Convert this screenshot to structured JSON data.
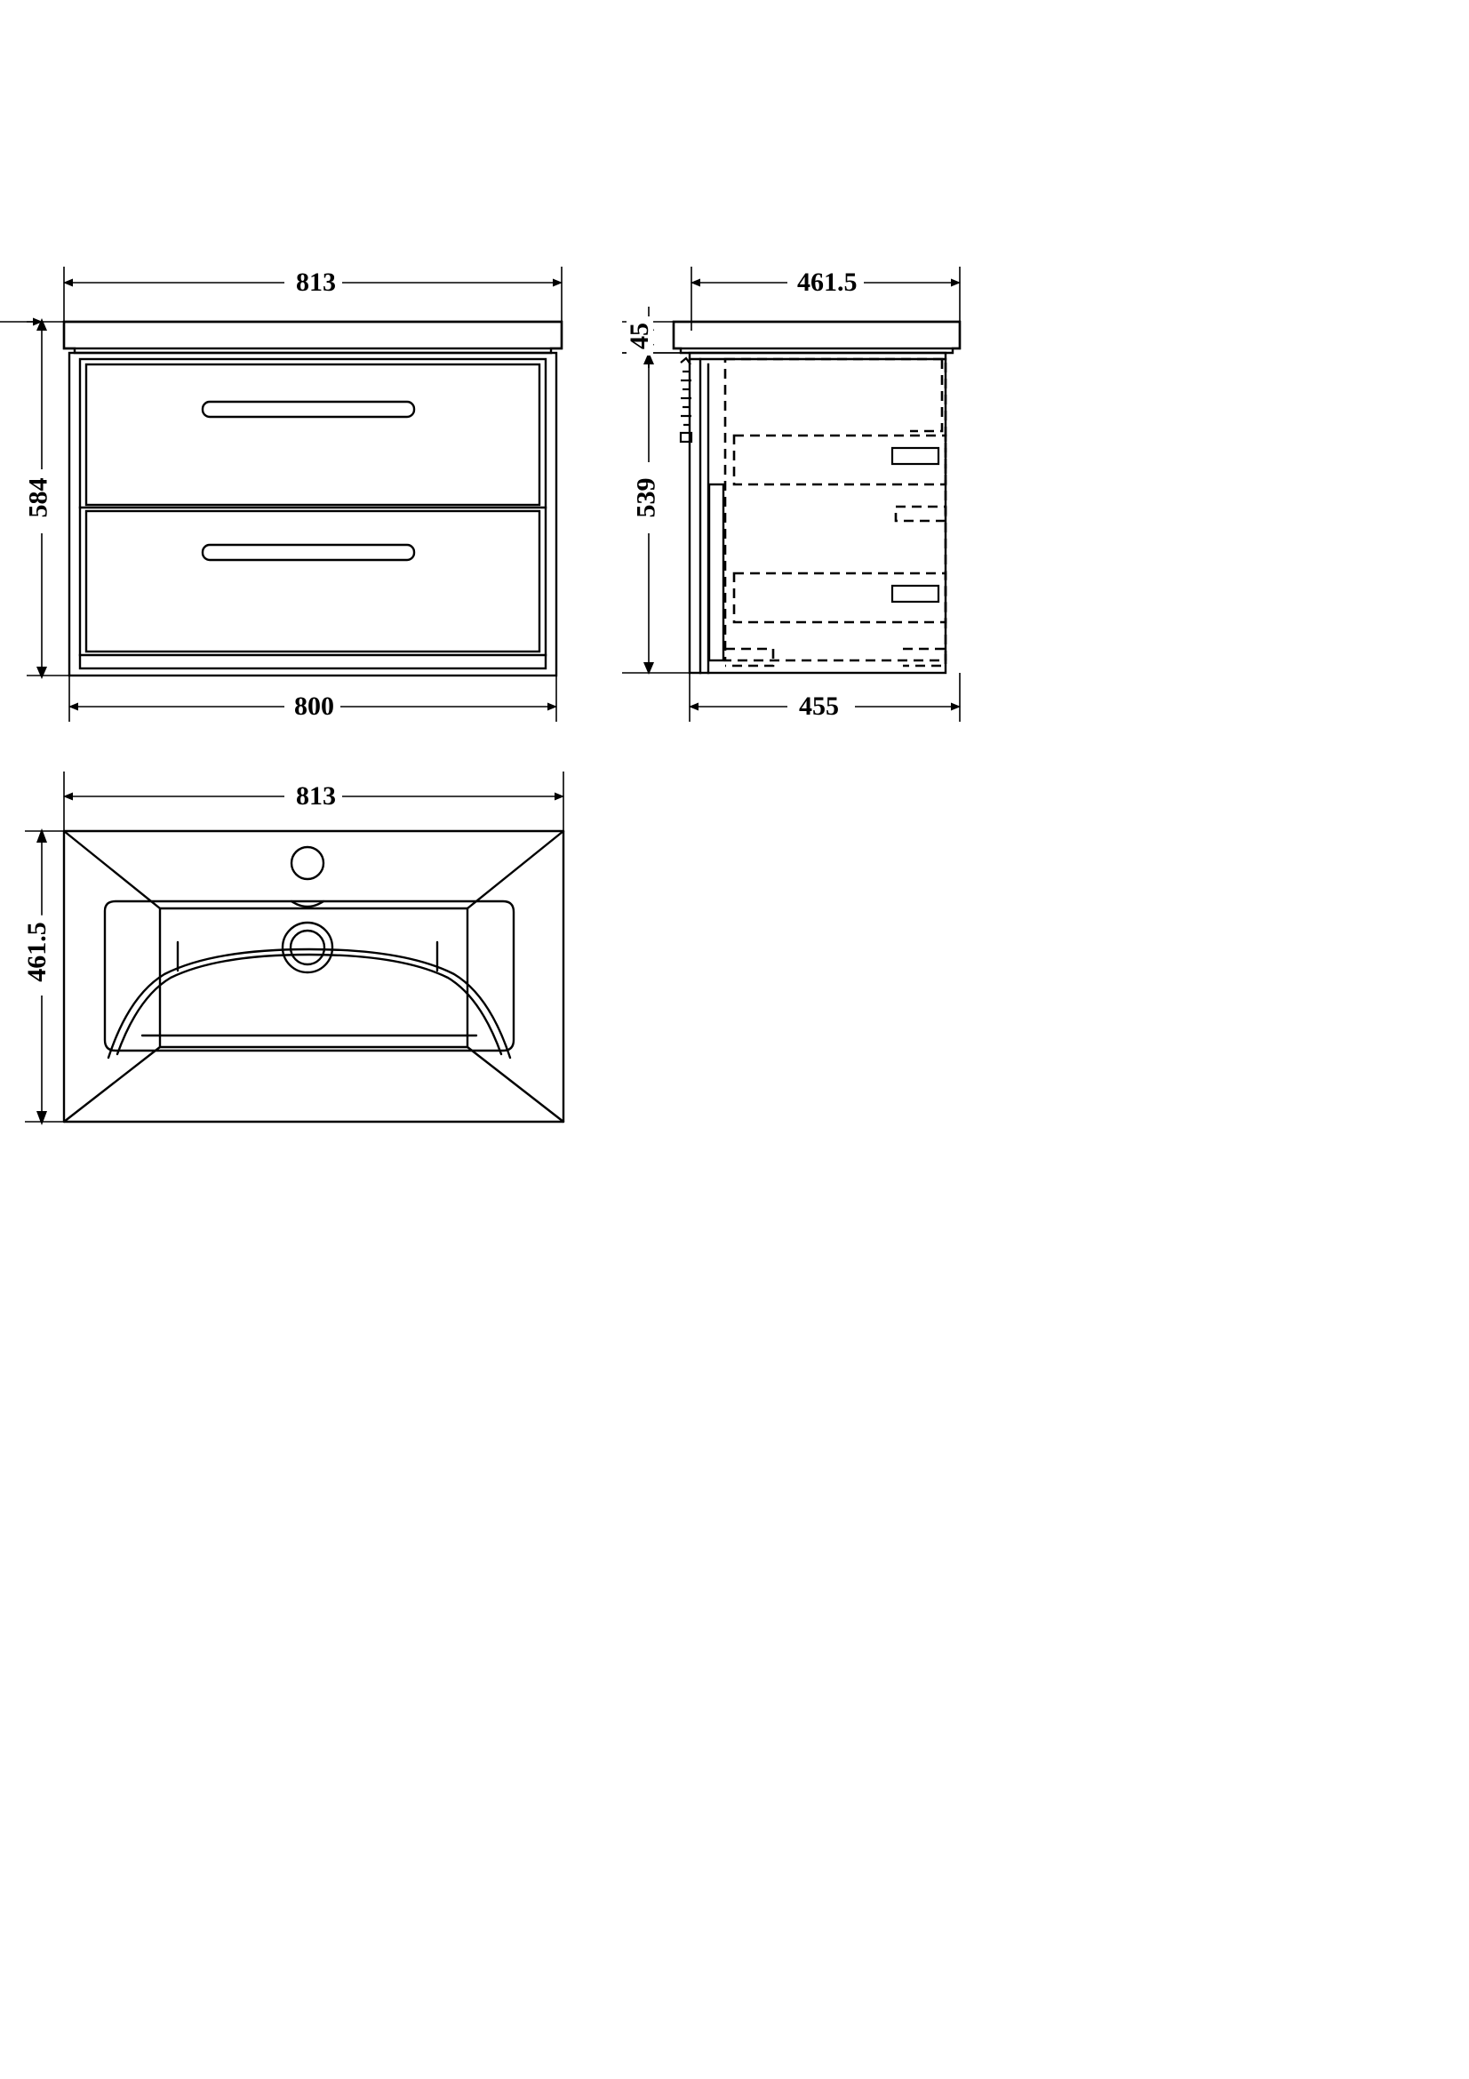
{
  "drawing": {
    "type": "technical-dimension-drawing",
    "subject": "Wall hung bathroom vanity unit with two drawers and ceramic basin",
    "units": "mm",
    "line_color": "#000000",
    "background_color": "#ffffff"
  },
  "views": {
    "front_elevation": {
      "name": "front-elevation",
      "dimensions": {
        "top_width": "813",
        "bottom_width": "800",
        "height": "584"
      },
      "features": {
        "drawer_count": "2",
        "handle_count": "2"
      }
    },
    "side_elevation": {
      "name": "side-elevation",
      "dimensions": {
        "top_depth": "461.5",
        "basin_thickness": "45",
        "body_height": "539",
        "carcass_depth": "455"
      }
    },
    "plan_view": {
      "name": "basin-plan-view",
      "dimensions": {
        "width": "813",
        "depth": "461.5"
      },
      "features": {
        "tap_hole": "tap-hole",
        "waste_hole": "waste-outlet"
      }
    }
  },
  "dimension_labels": {
    "front_top_width": "813",
    "front_height": "584",
    "front_bottom_width": "800",
    "side_top_depth": "461.5",
    "side_basin_thickness": "45",
    "side_body_height": "539",
    "side_carcass_depth": "455",
    "plan_width": "813",
    "plan_depth": "461.5"
  }
}
